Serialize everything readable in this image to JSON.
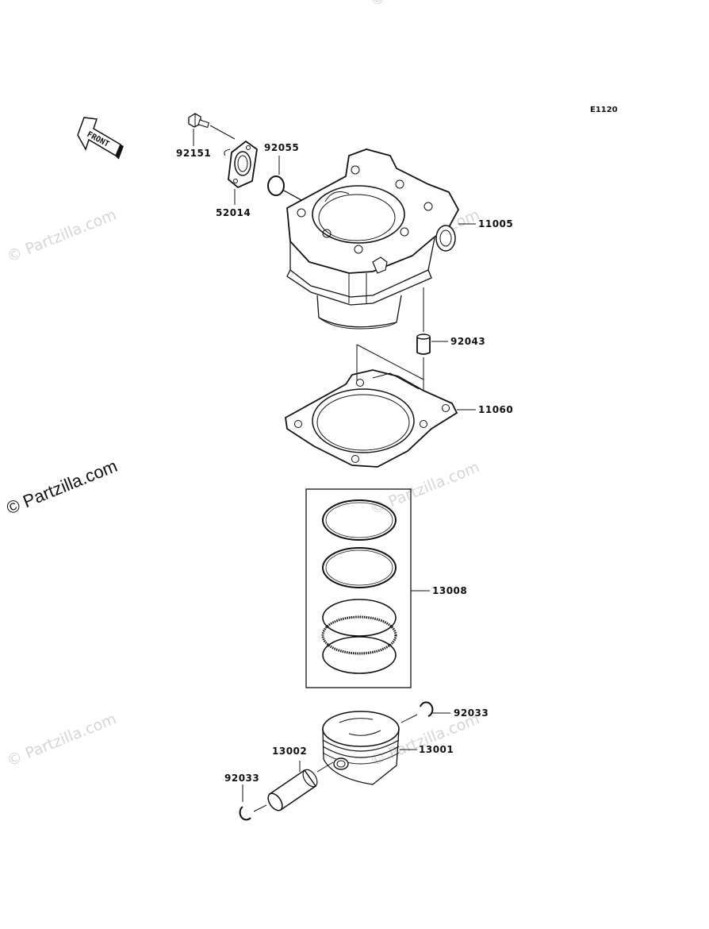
{
  "diagram_code": "E1120",
  "front_arrow_text": "FRONT",
  "watermark_text": "Partzilla.com",
  "watermark_symbol": "©",
  "colors": {
    "line": "#111111",
    "watermark": "#d6d6d6",
    "background": "#ffffff"
  },
  "parts": {
    "bolt": "92151",
    "o_ring": "92055",
    "fitting": "52014",
    "cylinder": "11005",
    "dowel_pin": "92043",
    "gasket": "11060",
    "ring_set": "13008",
    "circlip_right": "92033",
    "piston": "13001",
    "piston_pin": "13002",
    "circlip_left": "92033"
  }
}
